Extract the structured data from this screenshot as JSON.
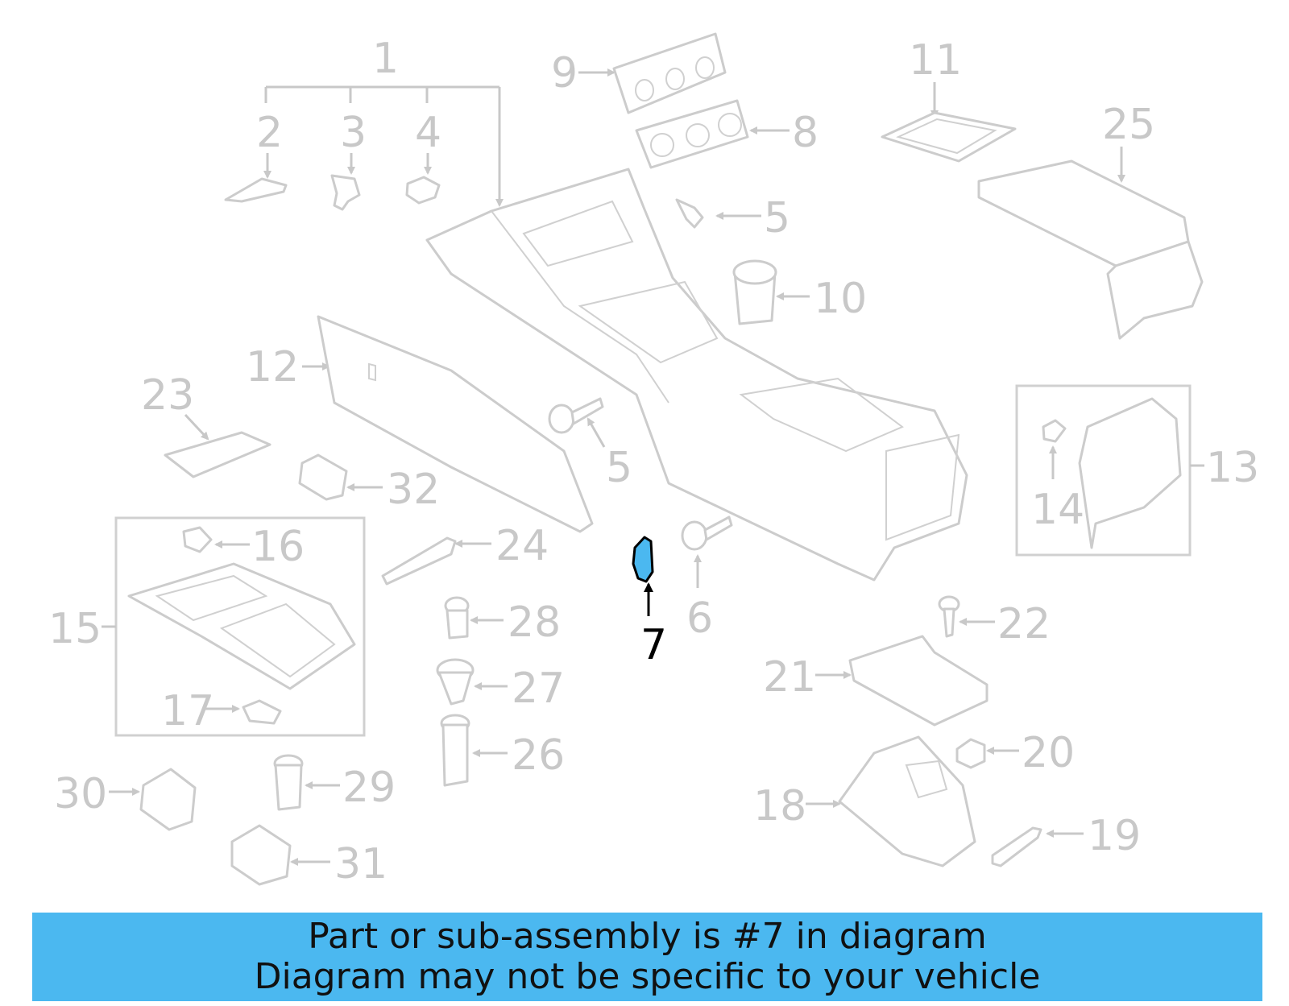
{
  "colors": {
    "highlight": "#4bb8f0",
    "line": "#c8c8c8",
    "text_highlight": "#000000"
  },
  "callouts": {
    "c1": "1",
    "c2": "2",
    "c3": "3",
    "c4": "4",
    "c5a": "5",
    "c5b": "5",
    "c6": "6",
    "c7": "7",
    "c8": "8",
    "c9": "9",
    "c10": "10",
    "c11": "11",
    "c12": "12",
    "c13": "13",
    "c14": "14",
    "c15": "15",
    "c16": "16",
    "c17": "17",
    "c18": "18",
    "c19": "19",
    "c20": "20",
    "c21": "21",
    "c22": "22",
    "c23": "23",
    "c24": "24",
    "c25": "25",
    "c26": "26",
    "c27": "27",
    "c28": "28",
    "c29": "29",
    "c30": "30",
    "c31": "31",
    "c32": "32"
  },
  "highlighted_part": "7",
  "banner": {
    "line1": "Part or sub-assembly is #7 in diagram",
    "line2": "Diagram may not be specific to your vehicle"
  }
}
